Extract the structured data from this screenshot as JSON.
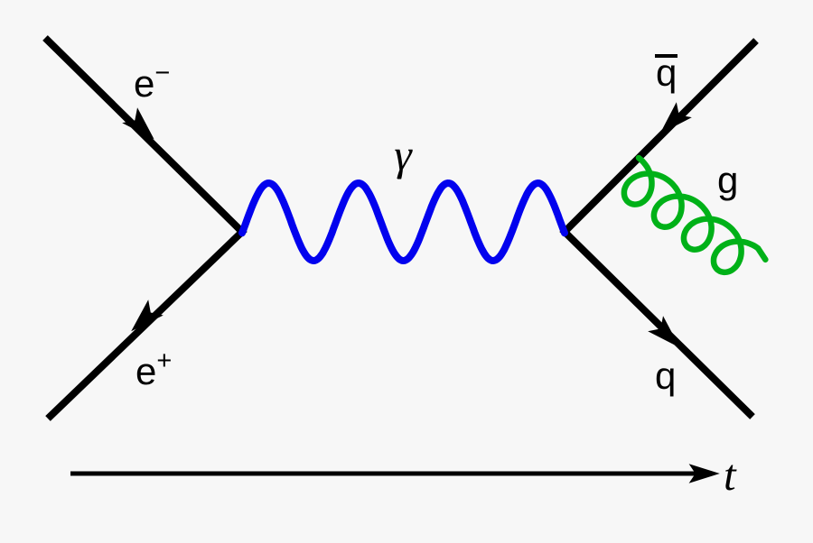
{
  "colors": {
    "background": "#f7f7f7",
    "fermion": "#000000",
    "photon": "#0202ee",
    "gluon": "#00b118",
    "text": "#000000"
  },
  "labels": {
    "electron_base": "e",
    "electron_sup": "−",
    "positron_base": "e",
    "positron_sup": "+",
    "photon": "γ",
    "antiquark": "q",
    "gluon": "g",
    "quark": "q",
    "time_axis": "t"
  }
}
